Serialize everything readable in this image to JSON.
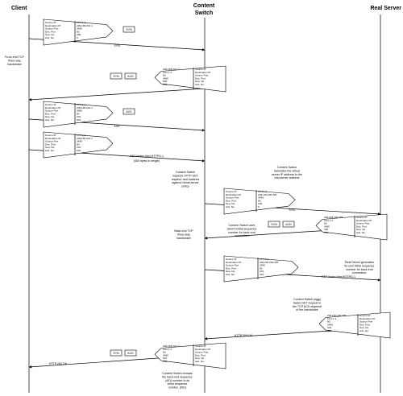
{
  "headers": {
    "client": "Client",
    "switch_line1": "Content",
    "switch_line2": "Switch",
    "server": "Real Server"
  },
  "field_labels": [
    "Source IP",
    "Destination IP",
    "Source Port",
    "Des. Port",
    "Seq. No.",
    "Ack. No."
  ],
  "packets": [
    {
      "values": [
        "10.1.1.1",
        "209.165.201.1",
        "3456",
        "80",
        "200",
        "0"
      ]
    },
    {
      "values": [
        "209.165.201.1",
        "10.1.1.1",
        "80",
        "3456",
        "600",
        "201"
      ]
    },
    {
      "values": [
        "10.1.1.1",
        "209.165.201.1",
        "3456",
        "80",
        "201",
        "601"
      ]
    },
    {
      "values": [
        "10.1.1.1",
        "209.165.201.1",
        "3456",
        "80",
        "201",
        "601"
      ]
    },
    {
      "values": [
        "10.1.1.1",
        "209.165.200.225",
        "3456",
        "80",
        "200",
        "0"
      ]
    },
    {
      "values": [
        "209.165.200.225",
        "10.1.1.1",
        "80",
        "3456",
        "400",
        "201"
      ]
    },
    {
      "values": [
        "10.1.1.1",
        "209.165.200.225",
        "3456",
        "80",
        "201",
        "401"
      ]
    },
    {
      "values": [
        "209.165.200.225",
        "10.1.1.1",
        "80",
        "3456",
        "401",
        "451"
      ]
    },
    {
      "values": [
        "209.165.201.1",
        "10.1.1.1",
        "80",
        "3456",
        "601",
        "451"
      ]
    }
  ],
  "messages": {
    "syn": "SYN",
    "ack": "ACK",
    "get": "GET /index.html HTTP/1.1",
    "get_note": "(450 bytes in length)",
    "http_ok": "HTTP 200 OK"
  },
  "notes": {
    "front_end": [
      "Front-end TCP",
      "three-way",
      "handshake"
    ],
    "inspect": [
      "Content Switch",
      "inspects HTTP GET",
      "request, and matches",
      "against virtual server",
      "policy"
    ],
    "translate": [
      "Content Switch",
      "translates the virtual",
      "server IP address to the",
      "real server address"
    ],
    "uses_seq": [
      "Content Switch uses",
      "client's initial sequence",
      "number for back-end",
      "connection"
    ],
    "back_end": [
      "Back-end TCP",
      "three-way",
      "handshake"
    ],
    "server_gen": [
      "Real Server generates",
      "its own initial sequence",
      "number for back-end",
      "connection."
    ],
    "piggy": [
      "Content Switch piggy",
      "backs GET request in",
      "the TCP ACK segment",
      "of the handshake"
    ],
    "remap": [
      "Content Switch remaps",
      "the back-end sequence",
      "(401) number to its",
      "initial sequence",
      "number. (601)"
    ]
  }
}
